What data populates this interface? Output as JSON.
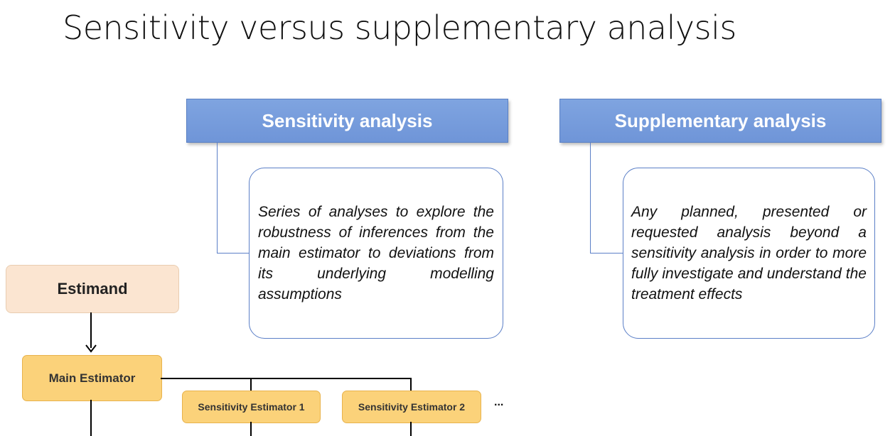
{
  "title": "Sensitivity versus supplementary analysis",
  "sensitivity": {
    "header": "Sensitivity analysis",
    "definition": "Series of analyses to explore the robustness of inferences from the main estimator to deviations from its underlying modelling assumptions"
  },
  "supplementary": {
    "header": "Supplementary analysis",
    "definition": "Any planned, presented or requested analysis beyond a sensitivity analysis in order to more fully investigate and understand the treatment effects"
  },
  "flow": {
    "estimand": "Estimand",
    "main_estimator": "Main Estimator",
    "sensitivity_estimator_1": "Sensitivity Estimator  1",
    "sensitivity_estimator_2": "Sensitivity Estimator 2",
    "ellipsis": "..."
  }
}
